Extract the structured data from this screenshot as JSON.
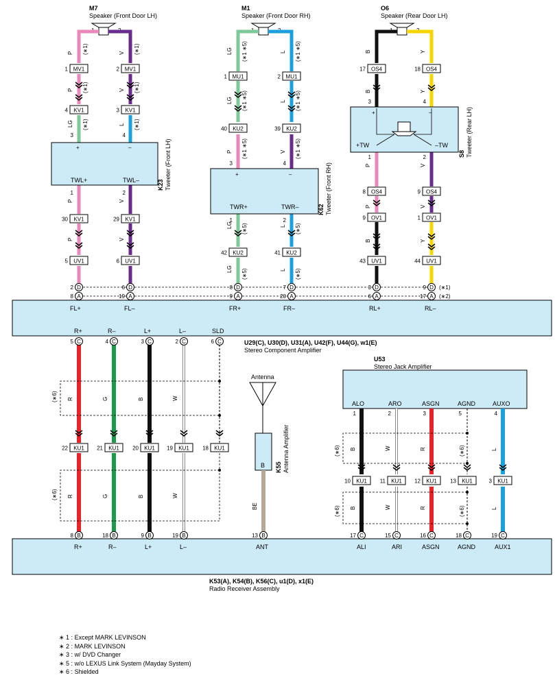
{
  "components": {
    "m7": {
      "code": "M7",
      "name": "Speaker (Front Door LH)"
    },
    "m1": {
      "code": "M1",
      "name": "Speaker (Front Door RH)"
    },
    "o6": {
      "code": "O6",
      "name": "Speaker (Rear Door LH)"
    },
    "k23": {
      "code": "K23",
      "name": "Tweeter (Front LH)",
      "pins": [
        "TWL+",
        "TWL–"
      ]
    },
    "k62": {
      "code": "K62",
      "name": "Tweeter (Front RH)",
      "pins": [
        "TWR+",
        "TWR–"
      ]
    },
    "s8": {
      "code": "S8",
      "name": "Tweeter (Rear LH)",
      "pins": [
        "+TW",
        "–TW"
      ]
    },
    "amp": {
      "code": "U29(C), U30(D), U31(A), U42(F), U44(G), w1(E)",
      "name": "Stereo Component Amplifier",
      "top_pins": [
        "FL+",
        "FL–",
        "FR+",
        "FR–",
        "RL+",
        "RL–"
      ],
      "bottom_pins": [
        "R+",
        "R–",
        "L+",
        "L–",
        "SLD"
      ]
    },
    "u53": {
      "code": "U53",
      "name": "Stereo Jack Amplifier",
      "pins": [
        "ALO",
        "ARO",
        "ASGN",
        "AGND",
        "AUXO"
      ]
    },
    "k55": {
      "code": "K55",
      "name": "Antenna Amplifier",
      "pin": "B"
    },
    "antenna": {
      "name": "Antenna"
    },
    "radio": {
      "code": "K53(A), K54(B), K56(C), u1(D), x1(E)",
      "name": "Radio Receiver Assembly",
      "pins": [
        "R+",
        "R–",
        "L+",
        "L–",
        "ANT",
        "ALI",
        "ARI",
        "ASGN",
        "AGND",
        "AUX1"
      ]
    }
  },
  "connectors": {
    "mv1": "MV1",
    "mu1": "MU1",
    "os4": "OS4",
    "kv1": "KV1",
    "ku2": "KU2",
    "ov1": "OV1",
    "uv1": "UV1",
    "ku1": "KU1"
  },
  "pin_numbers": {
    "d1": "1",
    "d2": "2",
    "d3": "3",
    "d4": "4",
    "d5": "5",
    "d6": "6",
    "d7": "7",
    "d8": "8",
    "d9": "9",
    "d10": "10",
    "d11": "11",
    "d12": "12",
    "d13": "13",
    "d15": "15",
    "d16": "16",
    "d17": "17",
    "d18": "18",
    "d19": "19",
    "d20": "20",
    "d21": "21",
    "d22": "22",
    "d29": "29",
    "d30": "30",
    "d39": "39",
    "d40": "40",
    "d41": "41",
    "d42": "42",
    "d43": "43",
    "d44": "44"
  },
  "pin_letters": {
    "a": "A",
    "b": "B",
    "c": "C",
    "d": "D"
  },
  "wire_colors": {
    "p": "P",
    "v": "V",
    "lg": "LG",
    "l": "L",
    "b": "B",
    "y": "Y",
    "r": "R",
    "g": "G",
    "w": "W",
    "be": "BE"
  },
  "condition_marks": {
    "n1": "(∗1)",
    "n2": "(∗2)",
    "n5": "(∗5)",
    "n15": "(∗1 ∗5)",
    "n6": "(∗6)"
  },
  "colors": {
    "pink": "#e888bb",
    "violet": "#6a2c8c",
    "light_green": "#7fc89a",
    "blue": "#1aa0dc",
    "black": "#111111",
    "yellow": "#f5d600",
    "red": "#e8232a",
    "green": "#1a9a4a",
    "white": "#ffffff",
    "beige": "#b8a898",
    "panel": "#cdeaf7"
  },
  "notes": [
    {
      "mark": "∗ 1",
      "text": "Except MARK LEVINSON"
    },
    {
      "mark": "∗ 2",
      "text": "MARK LEVINSON"
    },
    {
      "mark": "∗ 3",
      "text": "w/ DVD Changer"
    },
    {
      "mark": "∗ 5",
      "text": "w/o LEXUS Link System (Mayday System)"
    },
    {
      "mark": "∗ 6",
      "text": "Shielded"
    }
  ]
}
